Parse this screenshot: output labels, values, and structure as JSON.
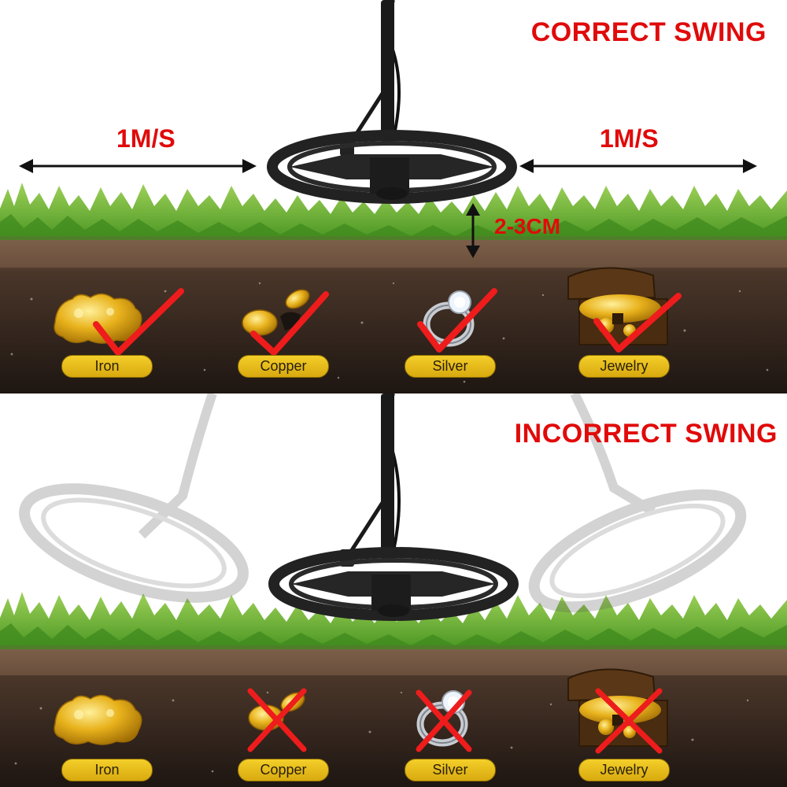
{
  "correct": {
    "title": "CORRECT SWING",
    "speed_left": "1M/S",
    "speed_right": "1M/S",
    "height": "2-3CM",
    "items": [
      {
        "label": "Iron",
        "mark": "check"
      },
      {
        "label": "Copper",
        "mark": "check"
      },
      {
        "label": "Silver",
        "mark": "check"
      },
      {
        "label": "Jewelry",
        "mark": "check"
      }
    ]
  },
  "incorrect": {
    "title": "INCORRECT SWING",
    "items": [
      {
        "label": "Iron",
        "mark": "none"
      },
      {
        "label": "Copper",
        "mark": "cross"
      },
      {
        "label": "Silver",
        "mark": "cross"
      },
      {
        "label": "Jewelry",
        "mark": "cross"
      }
    ]
  },
  "colors": {
    "accent_red": "#e10a0a",
    "grass": "#6fb33a",
    "soil": "#2a1e17",
    "gold": "#e8b21c",
    "label_pill": "#eac51f"
  }
}
